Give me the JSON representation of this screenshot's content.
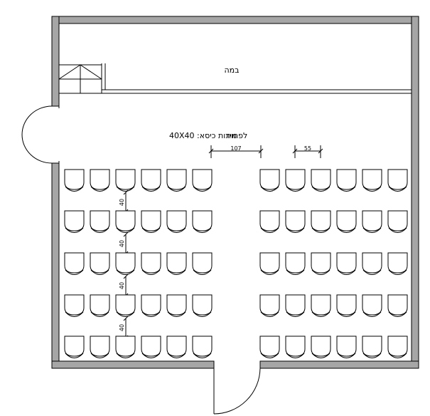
{
  "stage": {
    "label": "במה"
  },
  "seat_size": {
    "label": "מידות כיסא: 40X40"
  },
  "aisle": {
    "label": "לפחות",
    "width_label": "107"
  },
  "seat_spacing": {
    "label": "55"
  },
  "row_spacing": {
    "labels": [
      "40",
      "40",
      "40",
      "40"
    ]
  },
  "seating": {
    "rows": 5,
    "left_block_chairs_per_row": 6,
    "right_block_chairs_per_row": 6
  },
  "colors": {
    "wall": "#a6a6a6",
    "line": "#000000",
    "background": "#ffffff"
  }
}
